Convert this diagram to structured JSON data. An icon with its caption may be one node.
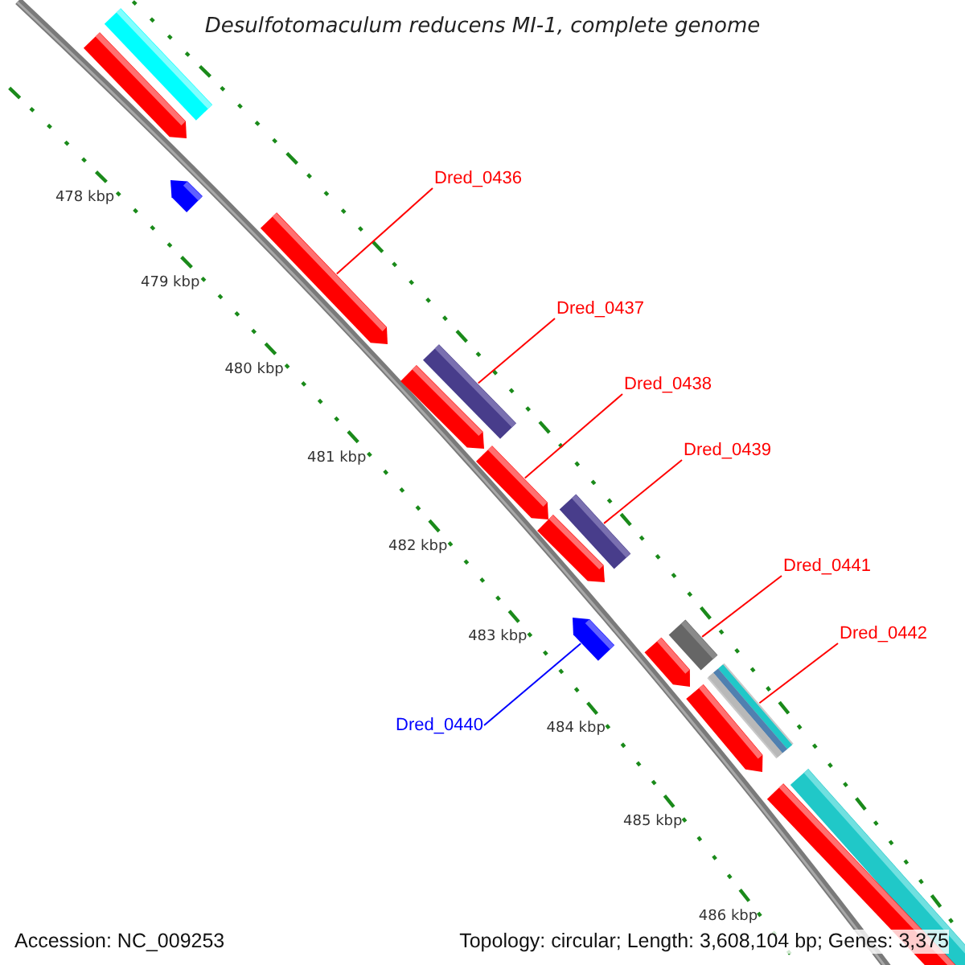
{
  "diagram": {
    "title": "Desulfotomaculum reducens MI-1, complete genome",
    "nodes": [
      {
        "text": [],
        "shape": "bar"
      },
      {
        "text": [],
        "shape": "arrow"
      },
      {
        "text": [],
        "shape": "arrow"
      },
      {
        "text": [
          "Dred_0436"
        ]
      },
      {
        "text": [],
        "shape": "arrow"
      },
      {
        "text": [
          "Dred_0437"
        ]
      },
      {
        "text": [],
        "shape": "bar"
      },
      {
        "text": [],
        "shape": "arrow"
      },
      {
        "text": [
          "Dred_0438"
        ]
      },
      {
        "text": [],
        "shape": "arrow"
      },
      {
        "text": [
          "Dred_0439"
        ]
      },
      {
        "text": [],
        "shape": "bar"
      },
      {
        "text": [],
        "shape": "arrow"
      },
      {
        "text": [
          "Dred_0441"
        ]
      },
      {
        "text": [],
        "shape": "arrow"
      },
      {
        "text": [],
        "shape": "bar"
      },
      {
        "text": [],
        "shape": "arrow"
      },
      {
        "text": [
          "Dred_0442"
        ]
      },
      {
        "text": [],
        "shape": "bar"
      },
      {
        "text": [
          "Dred_0440"
        ]
      },
      {
        "text": [],
        "shape": "arrow"
      },
      {
        "text": [],
        "shape": "bar"
      },
      {
        "text": [],
        "shape": "bar"
      }
    ],
    "edges": [
      {
        "from": 3,
        "to": 4,
        "arrow": "none"
      },
      {
        "from": 5,
        "to": 6,
        "arrow": "none"
      },
      {
        "from": 8,
        "to": 9,
        "arrow": "none"
      },
      {
        "from": 10,
        "to": 11,
        "arrow": "none"
      },
      {
        "from": 13,
        "to": 15,
        "arrow": "none"
      },
      {
        "from": 17,
        "to": 18,
        "arrow": "none"
      },
      {
        "from": 19,
        "to": 14,
        "arrow": "none",
        "color": "#0000ff"
      }
    ],
    "labels": [
      "478 kbp",
      "479 kbp",
      "480 kbp",
      "481 kbp",
      "482 kbp",
      "483 kbp",
      "484 kbp",
      "485 kbp",
      "486 kbp",
      "Accession: NC_009253",
      "Topology: circular; Length: 3,608,104 bp; Genes: 3,375"
    ]
  }
}
